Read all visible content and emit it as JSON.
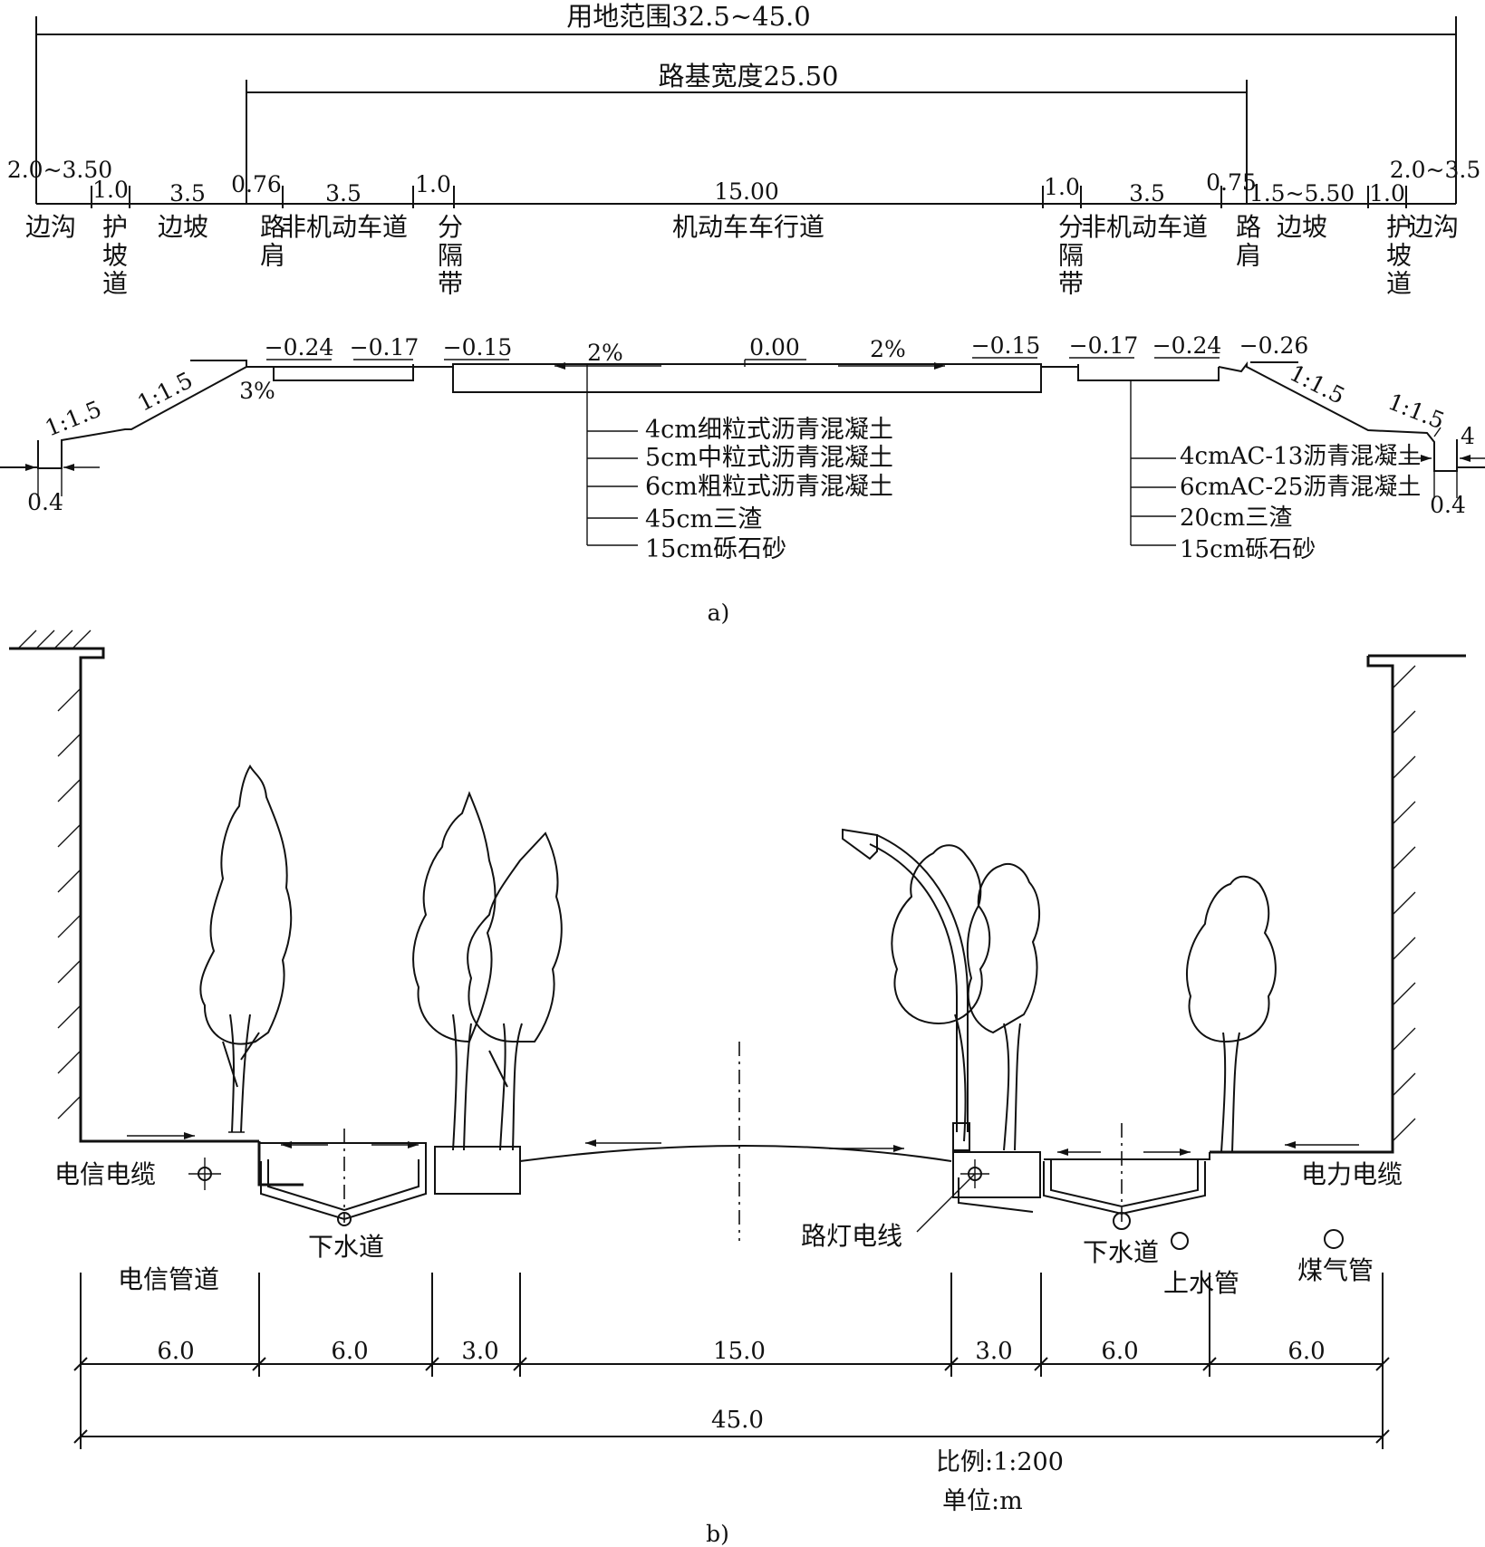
{
  "part_a": {
    "land_range": "用地范围32.5~45.0",
    "subgrade_width": "路基宽度25.50",
    "dims_left": [
      "2.0~3.50",
      "1.0",
      "3.5",
      "0.76",
      "3.5",
      "1.0"
    ],
    "dim_center": "15.00",
    "dims_right": [
      "1.0",
      "3.5",
      "0.75",
      "1.5~5.50",
      "1.0",
      "2.0~3.5"
    ],
    "zone_labels": {
      "ditch_left": "边沟",
      "berm_left": "护坡道",
      "slope_left": "边坡",
      "shoulder_left": "路肩",
      "bike_lane_left": "非机动车道",
      "divider_left": "分隔带",
      "motorway": "机动车车行道",
      "divider_right": "分隔带",
      "bike_lane_right": "非机动车道",
      "shoulder_right": "路肩",
      "slope_right": "边坡",
      "berm_right": "护坡道",
      "ditch_right": "边沟"
    },
    "elevations": {
      "bike_left_outer": "−0.24",
      "bike_left_inner": "−0.17",
      "motor_left": "−0.15",
      "crown": "0.00",
      "motor_right": "−0.15",
      "bike_right_inner": "−0.17",
      "bike_right_outer": "−0.24",
      "shoulder_right": "−0.26"
    },
    "slopes": {
      "crossfall_left": "2%",
      "crossfall_right": "2%",
      "shoulder": "3%",
      "slope_left_1": "1:1.5",
      "slope_left_2": "1:1.5",
      "slope_right_1": "1:1.5",
      "slope_right_2": "1:1.5"
    },
    "ditch_width_left": "0.4",
    "ditch_width_right": "0.4",
    "ditch_depth_right": "4",
    "pavement_motor": [
      "4cm细粒式沥青混凝土",
      "5cm中粒式沥青混凝土",
      "6cm粗粒式沥青混凝土",
      "45cm三渣",
      "15cm砾石砂"
    ],
    "pavement_bike": [
      "4cmAC-13沥青混凝土",
      "6cmAC-25沥青混凝土",
      "20cm三渣",
      "15cm砾石砂"
    ],
    "caption": "a)"
  },
  "part_b": {
    "utilities": {
      "telecom_cable": "电信电缆",
      "power_cable": "电力电缆",
      "sewer_left": "下水道",
      "sewer_right": "下水道",
      "streetlight_wire": "路灯电线",
      "telecom_duct": "电信管道",
      "water_main": "上水管",
      "gas_main": "煤气管"
    },
    "segments": [
      "6.0",
      "6.0",
      "3.0",
      "15.0",
      "3.0",
      "6.0",
      "6.0"
    ],
    "total": "45.0",
    "scale": "比例:1:200",
    "unit": "单位:m",
    "caption": "b)"
  }
}
